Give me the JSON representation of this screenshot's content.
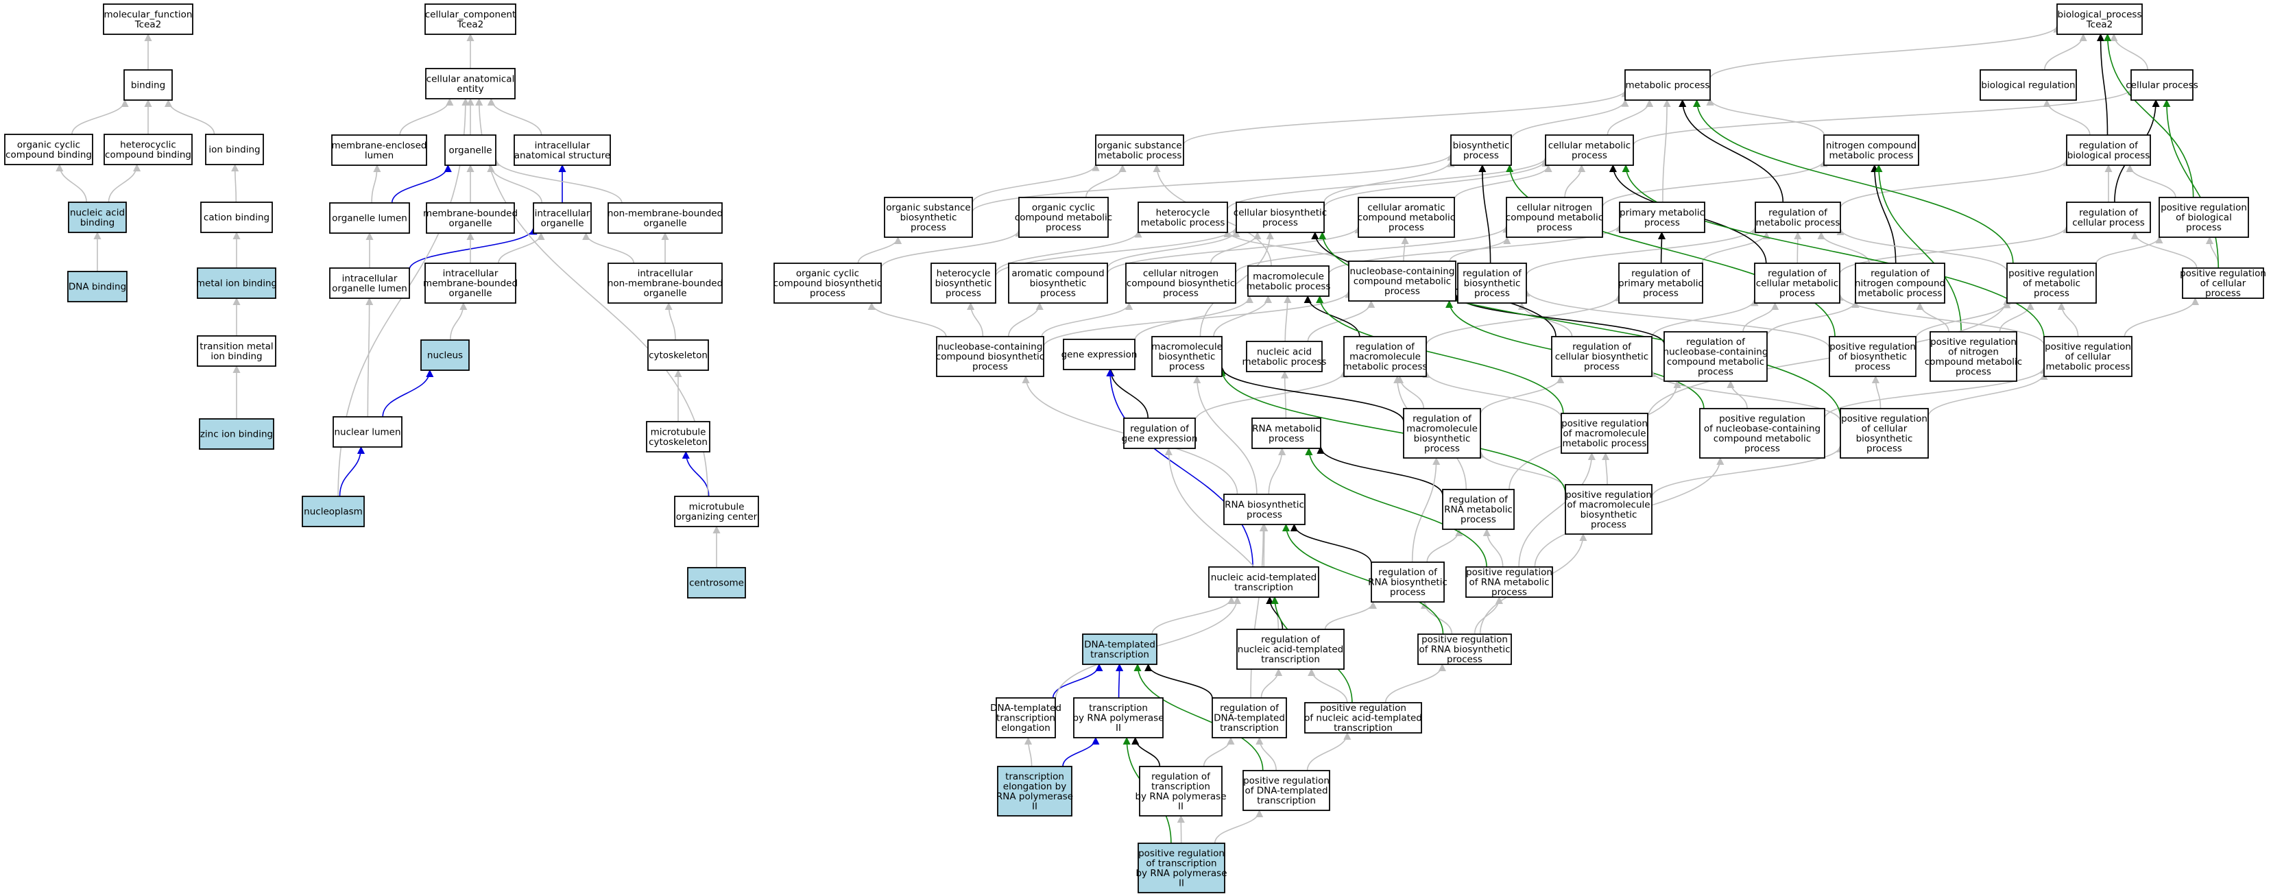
{
  "colors": {
    "hierarchy": "#bfbfbf",
    "regulates": "#000000",
    "part_of": "#0000dd",
    "positively_regulates": "#118811",
    "highlight_fill": "#add8e6",
    "default_fill": "#ffffff"
  },
  "nodes": [
    {
      "id": "mf",
      "label": "molecular_function\nTcea2"
    },
    {
      "id": "binding",
      "label": "binding"
    },
    {
      "id": "ocb",
      "label": "organic cyclic\ncompound binding"
    },
    {
      "id": "hcb",
      "label": "heterocyclic\ncompound binding"
    },
    {
      "id": "ionb",
      "label": "ion binding"
    },
    {
      "id": "nab",
      "label": "nucleic acid\nbinding",
      "highlight": true
    },
    {
      "id": "cationb",
      "label": "cation binding"
    },
    {
      "id": "dnab",
      "label": "DNA binding",
      "highlight": true
    },
    {
      "id": "metalb",
      "label": "metal ion binding",
      "highlight": true
    },
    {
      "id": "tmib",
      "label": "transition metal\nion binding"
    },
    {
      "id": "znb",
      "label": "zinc ion binding",
      "highlight": true
    },
    {
      "id": "cc",
      "label": "cellular_component\nTcea2"
    },
    {
      "id": "cae",
      "label": "cellular anatomical\nentity"
    },
    {
      "id": "mel",
      "label": "membrane-enclosed\nlumen"
    },
    {
      "id": "organelle",
      "label": "organelle"
    },
    {
      "id": "ias",
      "label": "intracellular\nanatomical structure"
    },
    {
      "id": "orglumen",
      "label": "organelle lumen"
    },
    {
      "id": "mbo",
      "label": "membrane-bounded\norganelle"
    },
    {
      "id": "io",
      "label": "intracellular\norganelle"
    },
    {
      "id": "nmbo",
      "label": "non-membrane-bounded\norganelle"
    },
    {
      "id": "iol",
      "label": "intracellular\norganelle lumen"
    },
    {
      "id": "imbo",
      "label": "intracellular\nmembrane-bounded\norganelle"
    },
    {
      "id": "inmbo",
      "label": "intracellular\nnon-membrane-bounded\norganelle"
    },
    {
      "id": "nucleus",
      "label": "nucleus",
      "highlight": true
    },
    {
      "id": "cytoskeleton",
      "label": "cytoskeleton"
    },
    {
      "id": "nuclumen",
      "label": "nuclear lumen"
    },
    {
      "id": "mtcyto",
      "label": "microtubule\ncytoskeleton"
    },
    {
      "id": "nucleoplasm",
      "label": "nucleoplasm",
      "highlight": true
    },
    {
      "id": "moc",
      "label": "microtubule\norganizing center"
    },
    {
      "id": "centrosome",
      "label": "centrosome",
      "highlight": true
    },
    {
      "id": "bp",
      "label": "biological_process\nTcea2"
    },
    {
      "id": "mp",
      "label": "metabolic process"
    },
    {
      "id": "biolreg",
      "label": "biological regulation"
    },
    {
      "id": "cellproc",
      "label": "cellular process"
    },
    {
      "id": "osmp",
      "label": "organic substance\nmetabolic process"
    },
    {
      "id": "biosyn",
      "label": "biosynthetic\nprocess"
    },
    {
      "id": "cmp",
      "label": "cellular metabolic\nprocess"
    },
    {
      "id": "ncmp",
      "label": "nitrogen compound\nmetabolic process"
    },
    {
      "id": "regbp",
      "label": "regulation of\nbiological process"
    },
    {
      "id": "osbp",
      "label": "organic substance\nbiosynthetic\nprocess"
    },
    {
      "id": "occmp",
      "label": "organic cyclic\ncompound metabolic\nprocess"
    },
    {
      "id": "hmp",
      "label": "heterocycle\nmetabolic process"
    },
    {
      "id": "cbp",
      "label": "cellular biosynthetic\nprocess"
    },
    {
      "id": "cacmp",
      "label": "cellular aromatic\ncompound metabolic\nprocess"
    },
    {
      "id": "cncmp",
      "label": "cellular nitrogen\ncompound metabolic\nprocess"
    },
    {
      "id": "pmp",
      "label": "primary metabolic\nprocess"
    },
    {
      "id": "regmp",
      "label": "regulation of\nmetabolic process"
    },
    {
      "id": "regcp",
      "label": "regulation of\ncellular process"
    },
    {
      "id": "posregbp",
      "label": "positive regulation\nof biological\nprocess"
    },
    {
      "id": "occbp",
      "label": "organic cyclic\ncompound biosynthetic\nprocess"
    },
    {
      "id": "hbp",
      "label": "heterocycle\nbiosynthetic\nprocess"
    },
    {
      "id": "acbp",
      "label": "aromatic compound\nbiosynthetic\nprocess"
    },
    {
      "id": "cncbp",
      "label": "cellular nitrogen\ncompound biosynthetic\nprocess"
    },
    {
      "id": "mmp",
      "label": "macromolecule\nmetabolic process"
    },
    {
      "id": "nbcmp",
      "label": "nucleobase-containing\ncompound metabolic\nprocess"
    },
    {
      "id": "regbiosyn",
      "label": "regulation of\nbiosynthetic\nprocess"
    },
    {
      "id": "regpmp",
      "label": "regulation of\nprimary metabolic\nprocess"
    },
    {
      "id": "regcmp",
      "label": "regulation of\ncellular metabolic\nprocess"
    },
    {
      "id": "regncmp",
      "label": "regulation of\nnitrogen compound\nmetabolic process"
    },
    {
      "id": "posregmp",
      "label": "positive regulation\nof metabolic\nprocess"
    },
    {
      "id": "posregcp",
      "label": "positive regulation\nof cellular\nprocess"
    },
    {
      "id": "nbcbp",
      "label": "nucleobase-containing\ncompound biosynthetic\nprocess"
    },
    {
      "id": "geneexp",
      "label": "gene expression"
    },
    {
      "id": "mbp",
      "label": "macromolecule\nbiosynthetic\nprocess"
    },
    {
      "id": "namp",
      "label": "nucleic acid\nmetabolic process"
    },
    {
      "id": "regmmp",
      "label": "regulation of\nmacromolecule\nmetabolic process"
    },
    {
      "id": "regcbp",
      "label": "regulation of\ncellular biosynthetic\nprocess"
    },
    {
      "id": "regnbcmp",
      "label": "regulation of\nnucleobase-containing\ncompound metabolic\nprocess"
    },
    {
      "id": "posregbiosyn",
      "label": "positive regulation\nof biosynthetic\nprocess"
    },
    {
      "id": "posregncmp",
      "label": "positive regulation\nof nitrogen\ncompound metabolic\nprocess"
    },
    {
      "id": "posregcmp",
      "label": "positive regulation\nof cellular\nmetabolic process"
    },
    {
      "id": "reggeneexp",
      "label": "regulation of\ngene expression"
    },
    {
      "id": "rnamp",
      "label": "RNA metabolic\nprocess"
    },
    {
      "id": "regmbp",
      "label": "regulation of\nmacromolecule\nbiosynthetic\nprocess"
    },
    {
      "id": "posregmmp",
      "label": "positive regulation\nof macromolecule\nmetabolic process"
    },
    {
      "id": "posregnbcmp",
      "label": "positive regulation\nof nucleobase-containing\ncompound metabolic\nprocess"
    },
    {
      "id": "posregcbp",
      "label": "positive regulation\nof cellular\nbiosynthetic\nprocess"
    },
    {
      "id": "rnabp",
      "label": "RNA biosynthetic\nprocess"
    },
    {
      "id": "regrnamp",
      "label": "regulation of\nRNA metabolic\nprocess"
    },
    {
      "id": "posregmbp",
      "label": "positive regulation\nof macromolecule\nbiosynthetic\nprocess"
    },
    {
      "id": "natt",
      "label": "nucleic acid-templated\ntranscription"
    },
    {
      "id": "regrnabp",
      "label": "regulation of\nRNA biosynthetic\nprocess"
    },
    {
      "id": "posregrnamp",
      "label": "positive regulation\nof RNA metabolic\nprocess"
    },
    {
      "id": "dtt",
      "label": "DNA-templated\ntranscription",
      "highlight": true
    },
    {
      "id": "regnatt",
      "label": "regulation of\nnucleic acid-templated\ntranscription"
    },
    {
      "id": "posregrnabp",
      "label": "positive regulation\nof RNA biosynthetic\nprocess"
    },
    {
      "id": "dtte",
      "label": "DNA-templated\ntranscription\nelongation"
    },
    {
      "id": "trnap2",
      "label": "transcription\nby RNA polymerase\nII"
    },
    {
      "id": "regdtt",
      "label": "regulation of\nDNA-templated\ntranscription"
    },
    {
      "id": "posregnatt",
      "label": "positive regulation\nof nucleic acid-templated\ntranscription"
    },
    {
      "id": "terp2",
      "label": "transcription\nelongation by\nRNA polymerase\nII",
      "highlight": true
    },
    {
      "id": "regtrp2",
      "label": "regulation of\ntranscription\nby RNA polymerase\nII"
    },
    {
      "id": "posregdtt",
      "label": "positive regulation\nof DNA-templated\ntranscription"
    },
    {
      "id": "posregtrp2",
      "label": "positive regulation\nof transcription\nby RNA polymerase\nII",
      "highlight": true
    }
  ],
  "edges": [
    [
      "binding",
      "mf",
      "is_a"
    ],
    [
      "ocb",
      "binding",
      "is_a"
    ],
    [
      "hcb",
      "binding",
      "is_a"
    ],
    [
      "ionb",
      "binding",
      "is_a"
    ],
    [
      "nab",
      "ocb",
      "is_a"
    ],
    [
      "nab",
      "hcb",
      "is_a"
    ],
    [
      "cationb",
      "ionb",
      "is_a"
    ],
    [
      "dnab",
      "nab",
      "is_a"
    ],
    [
      "metalb",
      "cationb",
      "is_a"
    ],
    [
      "tmib",
      "metalb",
      "is_a"
    ],
    [
      "znb",
      "tmib",
      "is_a"
    ],
    [
      "cae",
      "cc",
      "is_a"
    ],
    [
      "mel",
      "cae",
      "is_a"
    ],
    [
      "organelle",
      "cae",
      "is_a"
    ],
    [
      "ias",
      "cae",
      "is_a"
    ],
    [
      "orglumen",
      "mel",
      "is_a"
    ],
    [
      "orglumen",
      "organelle",
      "part_of"
    ],
    [
      "mbo",
      "organelle",
      "is_a"
    ],
    [
      "io",
      "organelle",
      "is_a"
    ],
    [
      "io",
      "ias",
      "part_of"
    ],
    [
      "nmbo",
      "organelle",
      "is_a"
    ],
    [
      "iol",
      "orglumen",
      "is_a"
    ],
    [
      "iol",
      "io",
      "part_of"
    ],
    [
      "imbo",
      "mbo",
      "is_a"
    ],
    [
      "imbo",
      "io",
      "is_a"
    ],
    [
      "inmbo",
      "nmbo",
      "is_a"
    ],
    [
      "inmbo",
      "io",
      "is_a"
    ],
    [
      "nucleus",
      "imbo",
      "is_a"
    ],
    [
      "cytoskeleton",
      "inmbo",
      "is_a"
    ],
    [
      "nuclumen",
      "iol",
      "is_a"
    ],
    [
      "nuclumen",
      "nucleus",
      "part_of"
    ],
    [
      "mtcyto",
      "cytoskeleton",
      "is_a"
    ],
    [
      "nucleoplasm",
      "nuclumen",
      "part_of"
    ],
    [
      "nucleoplasm",
      "cae",
      "is_a"
    ],
    [
      "moc",
      "mtcyto",
      "part_of"
    ],
    [
      "moc",
      "cae",
      "is_a"
    ],
    [
      "centrosome",
      "moc",
      "is_a"
    ],
    [
      "mp",
      "bp",
      "is_a"
    ],
    [
      "biolreg",
      "bp",
      "is_a"
    ],
    [
      "cellproc",
      "bp",
      "is_a"
    ],
    [
      "osmp",
      "mp",
      "is_a"
    ],
    [
      "biosyn",
      "mp",
      "is_a"
    ],
    [
      "cmp",
      "mp",
      "is_a"
    ],
    [
      "cmp",
      "cellproc",
      "is_a"
    ],
    [
      "ncmp",
      "mp",
      "is_a"
    ],
    [
      "regbp",
      "biolreg",
      "is_a"
    ],
    [
      "regbp",
      "bp",
      "regulates"
    ],
    [
      "osbp",
      "osmp",
      "is_a"
    ],
    [
      "osbp",
      "biosyn",
      "is_a"
    ],
    [
      "occmp",
      "osmp",
      "is_a"
    ],
    [
      "hmp",
      "cmp",
      "is_a"
    ],
    [
      "cbp",
      "biosyn",
      "is_a"
    ],
    [
      "cbp",
      "cmp",
      "is_a"
    ],
    [
      "cacmp",
      "cmp",
      "is_a"
    ],
    [
      "cncmp",
      "cmp",
      "is_a"
    ],
    [
      "cncmp",
      "ncmp",
      "is_a"
    ],
    [
      "pmp",
      "mp",
      "is_a"
    ],
    [
      "regmp",
      "regbp",
      "is_a"
    ],
    [
      "regmp",
      "mp",
      "regulates"
    ],
    [
      "regcp",
      "regbp",
      "is_a"
    ],
    [
      "regcp",
      "cellproc",
      "regulates"
    ],
    [
      "posregbp",
      "regbp",
      "is_a"
    ],
    [
      "posregbp",
      "bp",
      "positively_regulates"
    ],
    [
      "occbp",
      "osbp",
      "is_a"
    ],
    [
      "occbp",
      "occmp",
      "is_a"
    ],
    [
      "hbp",
      "hmp",
      "is_a"
    ],
    [
      "hbp",
      "cbp",
      "is_a"
    ],
    [
      "acbp",
      "cacmp",
      "is_a"
    ],
    [
      "acbp",
      "cbp",
      "is_a"
    ],
    [
      "cncbp",
      "cncmp",
      "is_a"
    ],
    [
      "cncbp",
      "cbp",
      "is_a"
    ],
    [
      "mmp",
      "pmp",
      "is_a"
    ],
    [
      "mmp",
      "osmp",
      "is_a"
    ],
    [
      "nbcmp",
      "cacmp",
      "is_a"
    ],
    [
      "nbcmp",
      "hmp",
      "is_a"
    ],
    [
      "nbcmp",
      "cncmp",
      "is_a"
    ],
    [
      "regbiosyn",
      "regmp",
      "is_a"
    ],
    [
      "regbiosyn",
      "biosyn",
      "regulates"
    ],
    [
      "regpmp",
      "regmp",
      "is_a"
    ],
    [
      "regpmp",
      "pmp",
      "regulates"
    ],
    [
      "regcmp",
      "regmp",
      "is_a"
    ],
    [
      "regcmp",
      "regcp",
      "is_a"
    ],
    [
      "regcmp",
      "cmp",
      "regulates"
    ],
    [
      "regncmp",
      "regmp",
      "is_a"
    ],
    [
      "regncmp",
      "ncmp",
      "regulates"
    ],
    [
      "posregmp",
      "regmp",
      "is_a"
    ],
    [
      "posregmp",
      "posregbp",
      "is_a"
    ],
    [
      "posregmp",
      "mp",
      "positively_regulates"
    ],
    [
      "posregcp",
      "regcp",
      "is_a"
    ],
    [
      "posregcp",
      "posregbp",
      "is_a"
    ],
    [
      "posregcp",
      "cellproc",
      "positively_regulates"
    ],
    [
      "nbcbp",
      "nbcmp",
      "is_a"
    ],
    [
      "nbcbp",
      "occbp",
      "is_a"
    ],
    [
      "nbcbp",
      "hbp",
      "is_a"
    ],
    [
      "nbcbp",
      "acbp",
      "is_a"
    ],
    [
      "nbcbp",
      "cncbp",
      "is_a"
    ],
    [
      "geneexp",
      "mmp",
      "is_a"
    ],
    [
      "mbp",
      "mmp",
      "is_a"
    ],
    [
      "mbp",
      "cbp",
      "is_a"
    ],
    [
      "namp",
      "nbcmp",
      "is_a"
    ],
    [
      "namp",
      "mmp",
      "is_a"
    ],
    [
      "regmmp",
      "regpmp",
      "is_a"
    ],
    [
      "regmmp",
      "mmp",
      "regulates"
    ],
    [
      "regcbp",
      "regbiosyn",
      "is_a"
    ],
    [
      "regcbp",
      "regcmp",
      "is_a"
    ],
    [
      "regcbp",
      "cbp",
      "regulates"
    ],
    [
      "regnbcmp",
      "regcmp",
      "is_a"
    ],
    [
      "regnbcmp",
      "regncmp",
      "is_a"
    ],
    [
      "regnbcmp",
      "nbcmp",
      "regulates"
    ],
    [
      "posregbiosyn",
      "regbiosyn",
      "is_a"
    ],
    [
      "posregbiosyn",
      "posregmp",
      "is_a"
    ],
    [
      "posregbiosyn",
      "biosyn",
      "positively_regulates"
    ],
    [
      "posregncmp",
      "regncmp",
      "is_a"
    ],
    [
      "posregncmp",
      "posregmp",
      "is_a"
    ],
    [
      "posregncmp",
      "ncmp",
      "positively_regulates"
    ],
    [
      "posregcmp",
      "regcmp",
      "is_a"
    ],
    [
      "posregcmp",
      "posregmp",
      "is_a"
    ],
    [
      "posregcmp",
      "posregcp",
      "is_a"
    ],
    [
      "posregcmp",
      "cmp",
      "positively_regulates"
    ],
    [
      "reggeneexp",
      "regmmp",
      "is_a"
    ],
    [
      "reggeneexp",
      "geneexp",
      "regulates"
    ],
    [
      "rnamp",
      "namp",
      "is_a"
    ],
    [
      "regmbp",
      "regmmp",
      "is_a"
    ],
    [
      "regmbp",
      "regcbp",
      "is_a"
    ],
    [
      "regmbp",
      "mbp",
      "regulates"
    ],
    [
      "posregmmp",
      "regmmp",
      "is_a"
    ],
    [
      "posregmmp",
      "posregmp",
      "is_a"
    ],
    [
      "posregmmp",
      "mmp",
      "positively_regulates"
    ],
    [
      "posregnbcmp",
      "regnbcmp",
      "is_a"
    ],
    [
      "posregnbcmp",
      "posregcmp",
      "is_a"
    ],
    [
      "posregnbcmp",
      "nbcmp",
      "positively_regulates"
    ],
    [
      "posregcbp",
      "regcbp",
      "is_a"
    ],
    [
      "posregcbp",
      "posregbiosyn",
      "is_a"
    ],
    [
      "posregcbp",
      "posregcmp",
      "is_a"
    ],
    [
      "posregcbp",
      "cbp",
      "positively_regulates"
    ],
    [
      "rnabp",
      "rnamp",
      "is_a"
    ],
    [
      "rnabp",
      "mbp",
      "is_a"
    ],
    [
      "rnabp",
      "nbcbp",
      "is_a"
    ],
    [
      "regrnamp",
      "regmmp",
      "is_a"
    ],
    [
      "regrnamp",
      "regnbcmp",
      "is_a"
    ],
    [
      "regrnamp",
      "rnamp",
      "regulates"
    ],
    [
      "posregmbp",
      "regmbp",
      "is_a"
    ],
    [
      "posregmbp",
      "posregmmp",
      "is_a"
    ],
    [
      "posregmbp",
      "posregcbp",
      "is_a"
    ],
    [
      "posregmbp",
      "mbp",
      "positively_regulates"
    ],
    [
      "natt",
      "rnabp",
      "is_a"
    ],
    [
      "natt",
      "geneexp",
      "part_of"
    ],
    [
      "regrnabp",
      "regrnamp",
      "is_a"
    ],
    [
      "regrnabp",
      "regmbp",
      "is_a"
    ],
    [
      "regrnabp",
      "rnabp",
      "regulates"
    ],
    [
      "posregrnamp",
      "regrnamp",
      "is_a"
    ],
    [
      "posregrnamp",
      "posregmmp",
      "is_a"
    ],
    [
      "posregrnamp",
      "posregnbcmp",
      "is_a"
    ],
    [
      "posregrnamp",
      "rnamp",
      "positively_regulates"
    ],
    [
      "dtt",
      "natt",
      "is_a"
    ],
    [
      "regnatt",
      "regrnabp",
      "is_a"
    ],
    [
      "regnatt",
      "reggeneexp",
      "is_a"
    ],
    [
      "regnatt",
      "natt",
      "regulates"
    ],
    [
      "posregrnabp",
      "regrnabp",
      "is_a"
    ],
    [
      "posregrnabp",
      "posregmbp",
      "is_a"
    ],
    [
      "posregrnabp",
      "posregrnamp",
      "is_a"
    ],
    [
      "posregrnabp",
      "rnabp",
      "positively_regulates"
    ],
    [
      "dtte",
      "dtt",
      "part_of"
    ],
    [
      "dtte",
      "natt",
      "is_a"
    ],
    [
      "trnap2",
      "dtt",
      "part_of"
    ],
    [
      "regdtt",
      "regnatt",
      "is_a"
    ],
    [
      "regdtt",
      "dtt",
      "regulates"
    ],
    [
      "regdtt",
      "rnabp",
      "is_a"
    ],
    [
      "posregnatt",
      "regnatt",
      "is_a"
    ],
    [
      "posregnatt",
      "posregrnabp",
      "is_a"
    ],
    [
      "posregnatt",
      "natt",
      "positively_regulates"
    ],
    [
      "terp2",
      "trnap2",
      "part_of"
    ],
    [
      "terp2",
      "dtte",
      "is_a"
    ],
    [
      "regtrp2",
      "regdtt",
      "is_a"
    ],
    [
      "regtrp2",
      "trnap2",
      "regulates"
    ],
    [
      "posregdtt",
      "regdtt",
      "is_a"
    ],
    [
      "posregdtt",
      "posregnatt",
      "is_a"
    ],
    [
      "posregdtt",
      "dtt",
      "positively_regulates"
    ],
    [
      "posregtrp2",
      "regtrp2",
      "is_a"
    ],
    [
      "posregtrp2",
      "posregdtt",
      "is_a"
    ],
    [
      "posregtrp2",
      "trnap2",
      "positively_regulates"
    ]
  ]
}
